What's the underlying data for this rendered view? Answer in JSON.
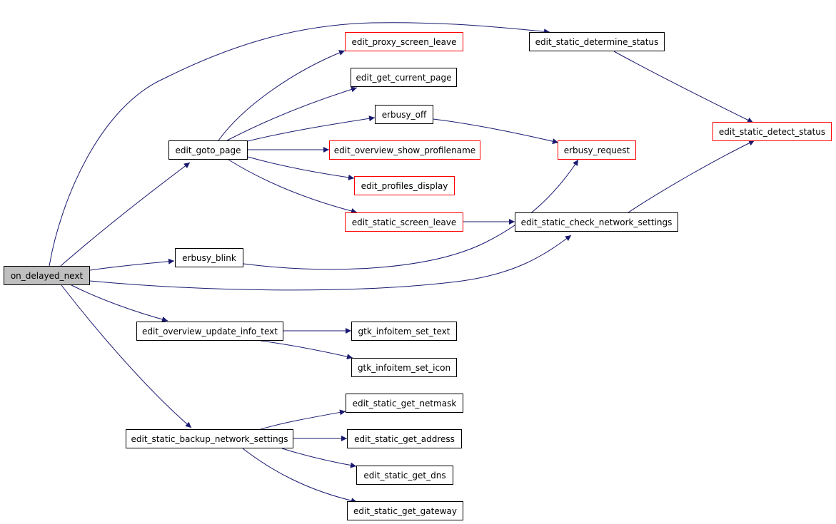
{
  "diagram": {
    "type": "call-graph",
    "colors": {
      "edge": "#191970",
      "node_border_normal": "#000000",
      "node_border_truncated": "#ff0000",
      "root_fill": "#bfbfbf"
    },
    "nodes": [
      {
        "id": "on_delayed_next",
        "label": "on_delayed_next",
        "style": "root"
      },
      {
        "id": "edit_goto_page",
        "label": "edit_goto_page",
        "style": "normal"
      },
      {
        "id": "erbusy_blink",
        "label": "erbusy_blink",
        "style": "normal"
      },
      {
        "id": "edit_overview_update_info_text",
        "label": "edit_overview_update_info_text",
        "style": "normal"
      },
      {
        "id": "edit_static_backup_network_settings",
        "label": "edit_static_backup_network_settings",
        "style": "normal"
      },
      {
        "id": "edit_proxy_screen_leave",
        "label": "edit_proxy_screen_leave",
        "style": "red"
      },
      {
        "id": "edit_get_current_page",
        "label": "edit_get_current_page",
        "style": "normal"
      },
      {
        "id": "erbusy_off",
        "label": "erbusy_off",
        "style": "normal"
      },
      {
        "id": "edit_overview_show_profilename",
        "label": "edit_overview_show_profilename",
        "style": "red"
      },
      {
        "id": "edit_profiles_display",
        "label": "edit_profiles_display",
        "style": "red"
      },
      {
        "id": "edit_static_screen_leave",
        "label": "edit_static_screen_leave",
        "style": "red"
      },
      {
        "id": "gtk_infoitem_set_text",
        "label": "gtk_infoitem_set_text",
        "style": "normal"
      },
      {
        "id": "gtk_infoitem_set_icon",
        "label": "gtk_infoitem_set_icon",
        "style": "normal"
      },
      {
        "id": "edit_static_get_netmask",
        "label": "edit_static_get_netmask",
        "style": "normal"
      },
      {
        "id": "edit_static_get_address",
        "label": "edit_static_get_address",
        "style": "normal"
      },
      {
        "id": "edit_static_get_dns",
        "label": "edit_static_get_dns",
        "style": "normal"
      },
      {
        "id": "edit_static_get_gateway",
        "label": "edit_static_get_gateway",
        "style": "normal"
      },
      {
        "id": "edit_static_determine_status",
        "label": "edit_static_determine_status",
        "style": "normal"
      },
      {
        "id": "erbusy_request",
        "label": "erbusy_request",
        "style": "red"
      },
      {
        "id": "edit_static_check_network_settings",
        "label": "edit_static_check_network_settings",
        "style": "normal"
      },
      {
        "id": "edit_static_detect_status",
        "label": "edit_static_detect_status",
        "style": "red"
      }
    ],
    "edges": [
      {
        "from": "on_delayed_next",
        "to": "edit_static_determine_status"
      },
      {
        "from": "on_delayed_next",
        "to": "edit_goto_page"
      },
      {
        "from": "on_delayed_next",
        "to": "erbusy_blink"
      },
      {
        "from": "on_delayed_next",
        "to": "edit_static_check_network_settings"
      },
      {
        "from": "on_delayed_next",
        "to": "edit_overview_update_info_text"
      },
      {
        "from": "on_delayed_next",
        "to": "edit_static_backup_network_settings"
      },
      {
        "from": "edit_goto_page",
        "to": "edit_proxy_screen_leave"
      },
      {
        "from": "edit_goto_page",
        "to": "edit_get_current_page"
      },
      {
        "from": "edit_goto_page",
        "to": "erbusy_off"
      },
      {
        "from": "edit_goto_page",
        "to": "edit_overview_show_profilename"
      },
      {
        "from": "edit_goto_page",
        "to": "edit_profiles_display"
      },
      {
        "from": "edit_goto_page",
        "to": "edit_static_screen_leave"
      },
      {
        "from": "erbusy_off",
        "to": "erbusy_request"
      },
      {
        "from": "erbusy_blink",
        "to": "erbusy_request"
      },
      {
        "from": "edit_static_screen_leave",
        "to": "edit_static_check_network_settings"
      },
      {
        "from": "edit_static_determine_status",
        "to": "edit_static_detect_status"
      },
      {
        "from": "edit_static_check_network_settings",
        "to": "edit_static_detect_status"
      },
      {
        "from": "edit_overview_update_info_text",
        "to": "gtk_infoitem_set_text"
      },
      {
        "from": "edit_overview_update_info_text",
        "to": "gtk_infoitem_set_icon"
      },
      {
        "from": "edit_static_backup_network_settings",
        "to": "edit_static_get_netmask"
      },
      {
        "from": "edit_static_backup_network_settings",
        "to": "edit_static_get_address"
      },
      {
        "from": "edit_static_backup_network_settings",
        "to": "edit_static_get_dns"
      },
      {
        "from": "edit_static_backup_network_settings",
        "to": "edit_static_get_gateway"
      }
    ]
  }
}
